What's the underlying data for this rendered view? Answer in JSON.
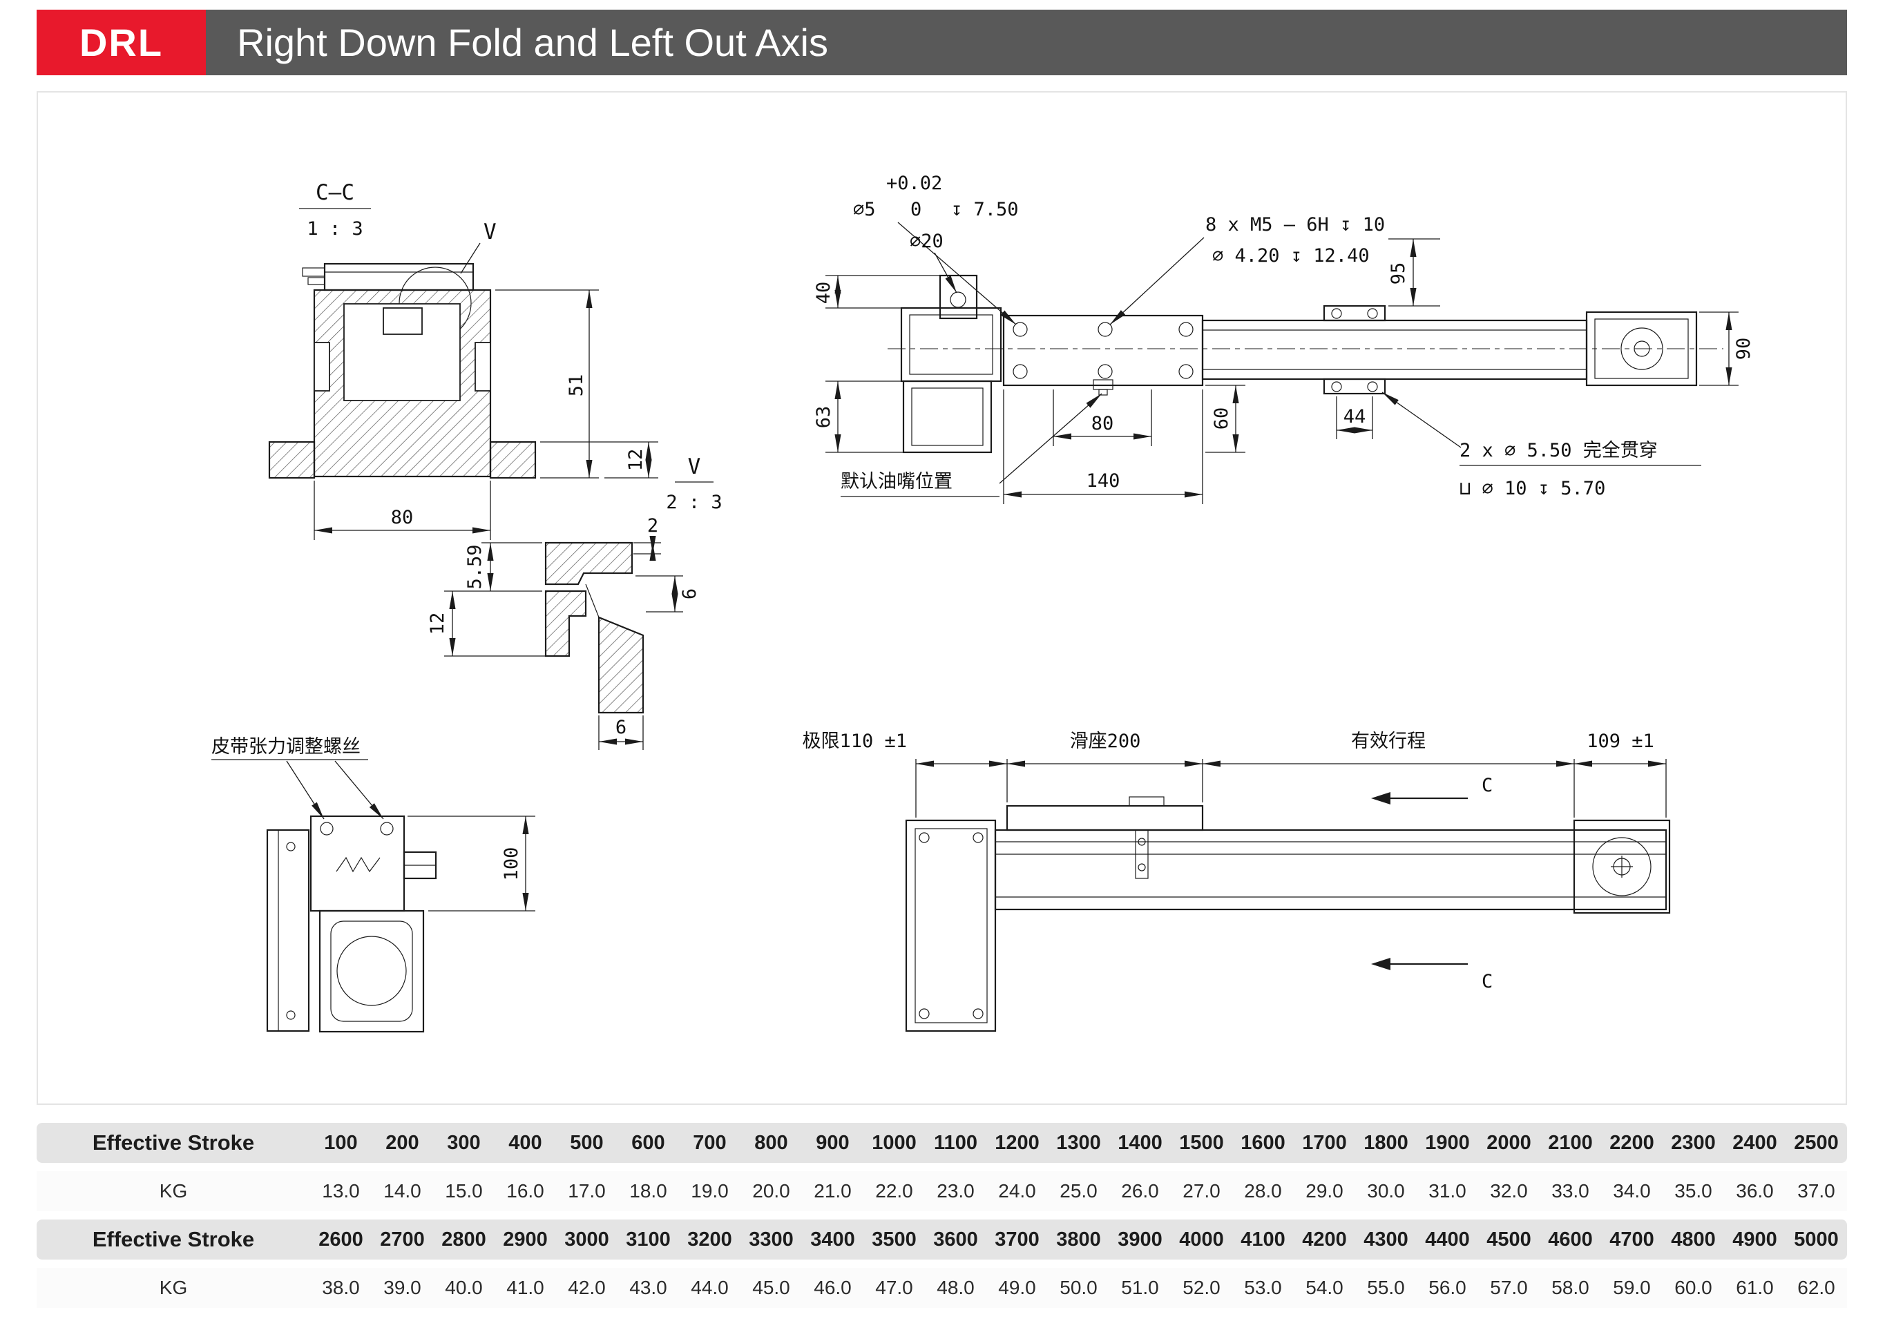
{
  "header": {
    "badge": "DRL",
    "title": "Right Down Fold and Left Out Axis",
    "badge_color": "#e8192c",
    "bar_color": "#595959"
  },
  "drawing": {
    "section_cc": {
      "title": "C—C",
      "scale": "1 : 3",
      "detail_mark": "V",
      "dim_width": "80",
      "dim_height": "51",
      "dim_foot": "12"
    },
    "detail_v": {
      "title": "V",
      "scale": "2 : 3",
      "dim_top": "2",
      "dim_559": "5.59",
      "dim_12": "12",
      "dim_6_side": "6",
      "dim_6_bottom": "6"
    },
    "motor": {
      "belt_note": "皮带张力调整螺丝",
      "dim_100": "100"
    },
    "top_view": {
      "tol_upper": "+0.02",
      "hole": "∅5",
      "tol_zero": "0",
      "depth_750": "↧ 7.50",
      "dia_20": "∅20",
      "thread": "8 x M5 – 6H  ↧ 10",
      "thread_pilot": "∅ 4.20  ↧ 12.40",
      "dim_40": "40",
      "dim_63": "63",
      "dim_60": "60",
      "dim_80": "80",
      "dim_140": "140",
      "dim_44": "44",
      "dim_95": "95",
      "dim_90": "90",
      "through": "2 x ∅ 5.50 完全贯穿",
      "cbore": "⊔ ∅ 10  ↧ 5.70",
      "oil": "默认油嘴位置"
    },
    "side_view": {
      "limit": "极限110 ±1",
      "slider": "滑座200",
      "stroke": "有效行程",
      "end": "109 ±1",
      "section": "C"
    }
  },
  "table": {
    "stroke_label": "Effective Stroke",
    "kg_label": "KG",
    "banks": [
      {
        "strokes": [
          "100",
          "200",
          "300",
          "400",
          "500",
          "600",
          "700",
          "800",
          "900",
          "1000",
          "1100",
          "1200",
          "1300",
          "1400",
          "1500",
          "1600",
          "1700",
          "1800",
          "1900",
          "2000",
          "2100",
          "2200",
          "2300",
          "2400",
          "2500"
        ],
        "weights": [
          "13.0",
          "14.0",
          "15.0",
          "16.0",
          "17.0",
          "18.0",
          "19.0",
          "20.0",
          "21.0",
          "22.0",
          "23.0",
          "24.0",
          "25.0",
          "26.0",
          "27.0",
          "28.0",
          "29.0",
          "30.0",
          "31.0",
          "32.0",
          "33.0",
          "34.0",
          "35.0",
          "36.0",
          "37.0"
        ]
      },
      {
        "strokes": [
          "2600",
          "2700",
          "2800",
          "2900",
          "3000",
          "3100",
          "3200",
          "3300",
          "3400",
          "3500",
          "3600",
          "3700",
          "3800",
          "3900",
          "4000",
          "4100",
          "4200",
          "4300",
          "4400",
          "4500",
          "4600",
          "4700",
          "4800",
          "4900",
          "5000"
        ],
        "weights": [
          "38.0",
          "39.0",
          "40.0",
          "41.0",
          "42.0",
          "43.0",
          "44.0",
          "45.0",
          "46.0",
          "47.0",
          "48.0",
          "49.0",
          "50.0",
          "51.0",
          "52.0",
          "53.0",
          "54.0",
          "55.0",
          "56.0",
          "57.0",
          "58.0",
          "59.0",
          "60.0",
          "61.0",
          "62.0"
        ]
      }
    ]
  }
}
